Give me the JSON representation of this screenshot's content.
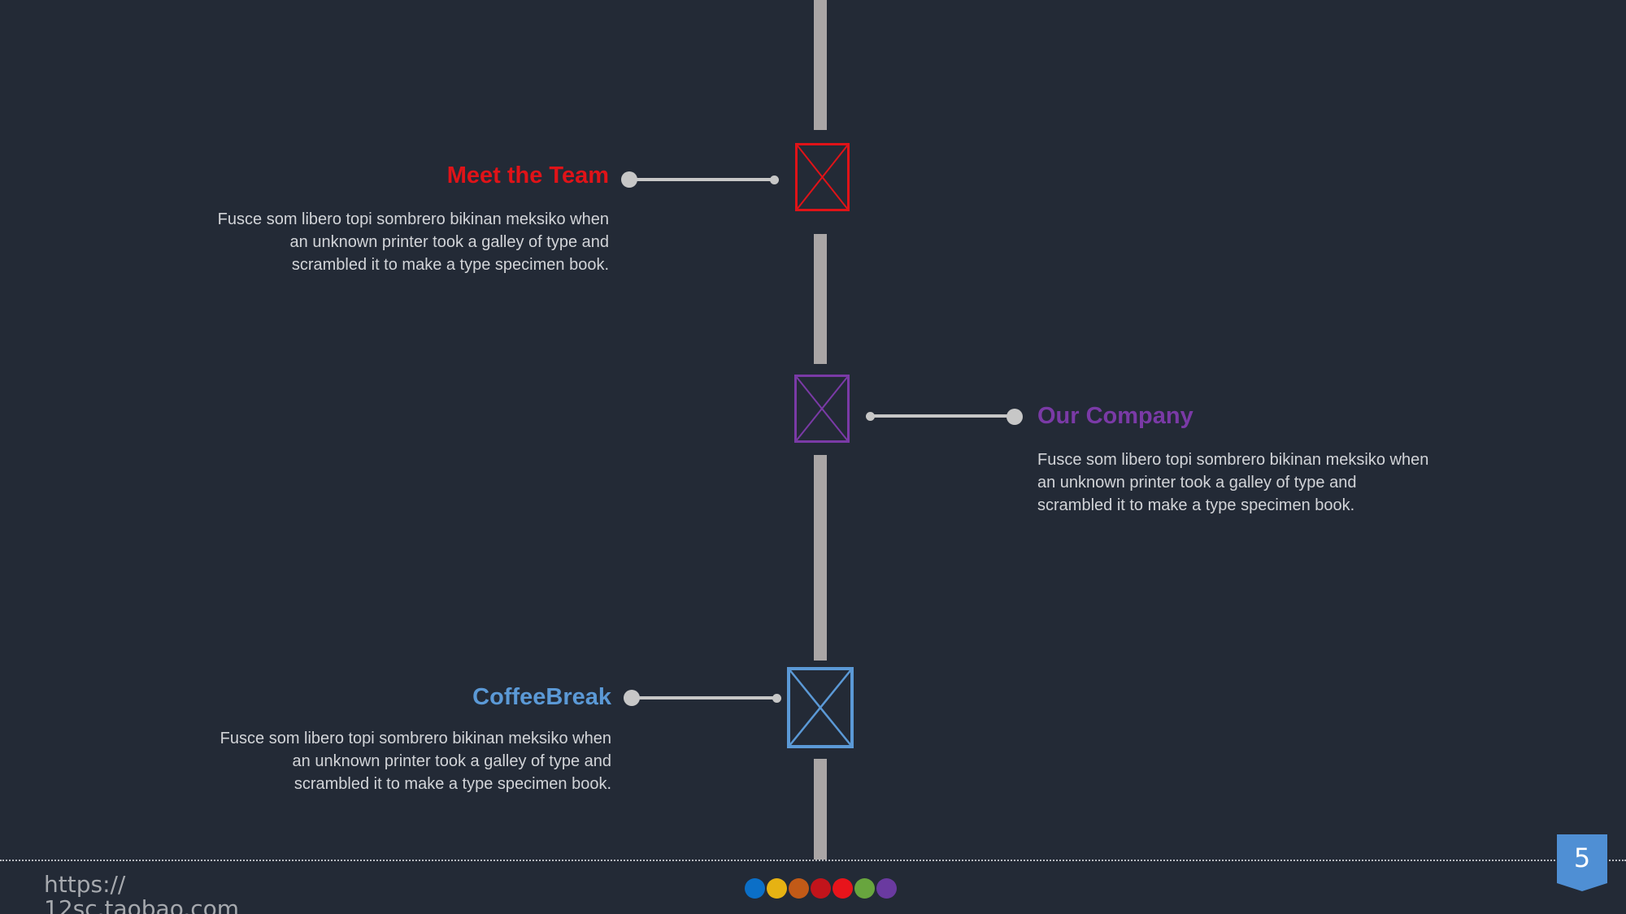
{
  "colors": {
    "background": "#232a36",
    "timeline": "#aaa6a6",
    "connector": "#c7c7c7",
    "meet_team": "#e01318",
    "our_company": "#7a3aa6",
    "coffee_break": "#5b99d6",
    "badge": "#4f8fd4"
  },
  "timeline_items": [
    {
      "title": "Meet the Team",
      "description": "Fusce som libero topi sombrero bikinan meksiko when an unknown printer took a galley of type and scrambled it to make a type specimen book."
    },
    {
      "title": "Our Company",
      "description": "Fusce som libero topi sombrero bikinan meksiko when an unknown printer took a galley of type and scrambled it to make a type specimen book."
    },
    {
      "title": "CoffeeBreak",
      "description": "Fusce som libero topi sombrero bikinan meksiko when an unknown printer took a galley of type and scrambled it to make a type specimen book."
    }
  ],
  "footer": {
    "url": "https://\n12sc.taobao.com",
    "page_number": "5",
    "dot_colors": [
      "#0b6fc7",
      "#e6b213",
      "#c25a17",
      "#c2141b",
      "#e8141b",
      "#68a53e",
      "#6a3aa0"
    ]
  }
}
